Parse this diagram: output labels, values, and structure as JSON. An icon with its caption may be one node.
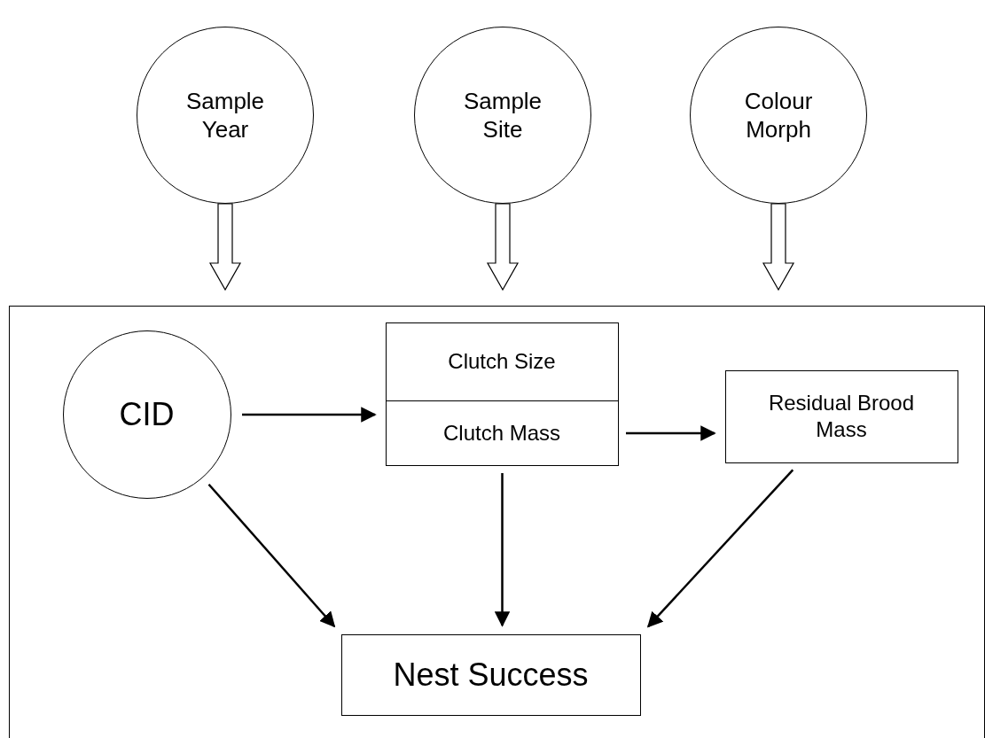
{
  "diagram": {
    "nodes": [
      {
        "text": [
          "Sample Year"
        ]
      },
      {
        "text": [
          "Sample Site"
        ]
      },
      {
        "text": [
          "Colour Morph"
        ]
      },
      {
        "text": [],
        "shape": "box"
      },
      {
        "text": [
          "CID"
        ],
        "in": 3
      },
      {
        "text": [
          "Clutch Size"
        ],
        "in": 3
      },
      {
        "text": [
          "Clutch Mass"
        ],
        "in": 3
      },
      {
        "text": [
          "Residual Brood Mass"
        ],
        "in": 3
      },
      {
        "text": [
          "Nest Success"
        ],
        "in": 3
      }
    ],
    "edges": [
      {
        "from": 0,
        "to": 3,
        "arrow": "to",
        "style": "thick"
      },
      {
        "from": 1,
        "to": 3,
        "arrow": "to",
        "style": "thick"
      },
      {
        "from": 2,
        "to": 3,
        "arrow": "to",
        "style": "thick"
      },
      {
        "from": 4,
        "to": 6,
        "arrow": "to"
      },
      {
        "from": 6,
        "to": 7,
        "arrow": "to"
      },
      {
        "from": 6,
        "to": 8,
        "arrow": "to"
      },
      {
        "from": 4,
        "to": 8,
        "arrow": "to"
      },
      {
        "from": 7,
        "to": 8,
        "arrow": "to"
      }
    ]
  }
}
